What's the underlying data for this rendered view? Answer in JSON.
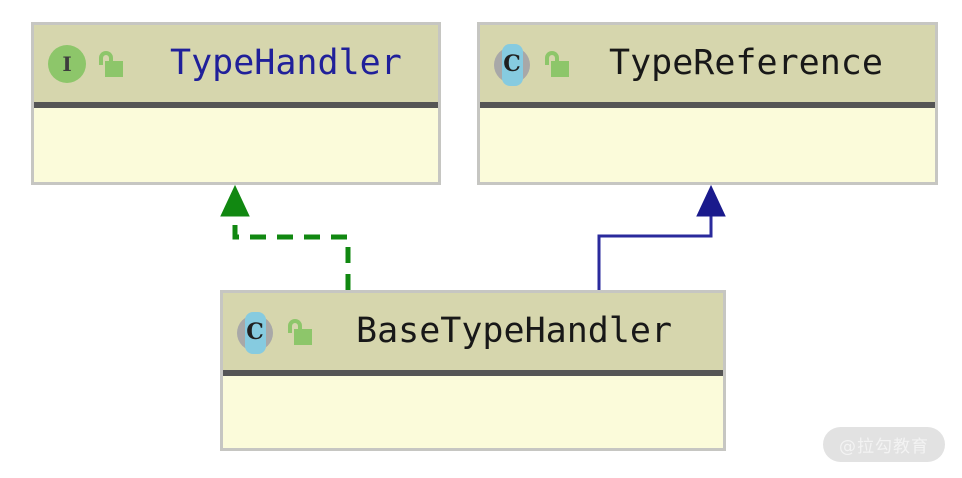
{
  "diagram": {
    "type": "uml-class-diagram",
    "background_color": "#ffffff",
    "nodes": [
      {
        "id": "typehandler",
        "name": "TypeHandler",
        "stereotype": "interface",
        "stereotype_letter": "I",
        "visibility": "public",
        "visibility_icon": "open-padlock-icon",
        "title_color": "#20209a",
        "header_color": "#d6d6ad",
        "body_color": "#fbfbda",
        "compartments": [
          "",
          ""
        ]
      },
      {
        "id": "typereference",
        "name": "TypeReference",
        "stereotype": "class",
        "stereotype_letter": "C",
        "visibility": "public",
        "visibility_icon": "open-padlock-icon",
        "title_color": "#181818",
        "header_color": "#d6d6ad",
        "body_color": "#fbfbda",
        "compartments": [
          "",
          ""
        ]
      },
      {
        "id": "basetypehandler",
        "name": "BaseTypeHandler",
        "stereotype": "class",
        "stereotype_letter": "C",
        "visibility": "public",
        "visibility_icon": "open-padlock-icon",
        "title_color": "#181818",
        "header_color": "#d6d6ad",
        "body_color": "#fbfbda",
        "compartments": [
          "",
          ""
        ]
      }
    ],
    "edges": [
      {
        "id": "edge-implements",
        "from": "basetypehandler",
        "to": "typehandler",
        "relation": "realization",
        "line_style": "dashed",
        "arrow": "filled-triangle",
        "color": "#118811"
      },
      {
        "id": "edge-extends",
        "from": "basetypehandler",
        "to": "typereference",
        "relation": "generalization",
        "line_style": "solid",
        "arrow": "filled-triangle",
        "color": "#1a1a8c"
      }
    ]
  },
  "watermark": {
    "text": "@拉勾教育",
    "pill_color": "#e2e2e2",
    "text_color": "#f3f3f3"
  }
}
